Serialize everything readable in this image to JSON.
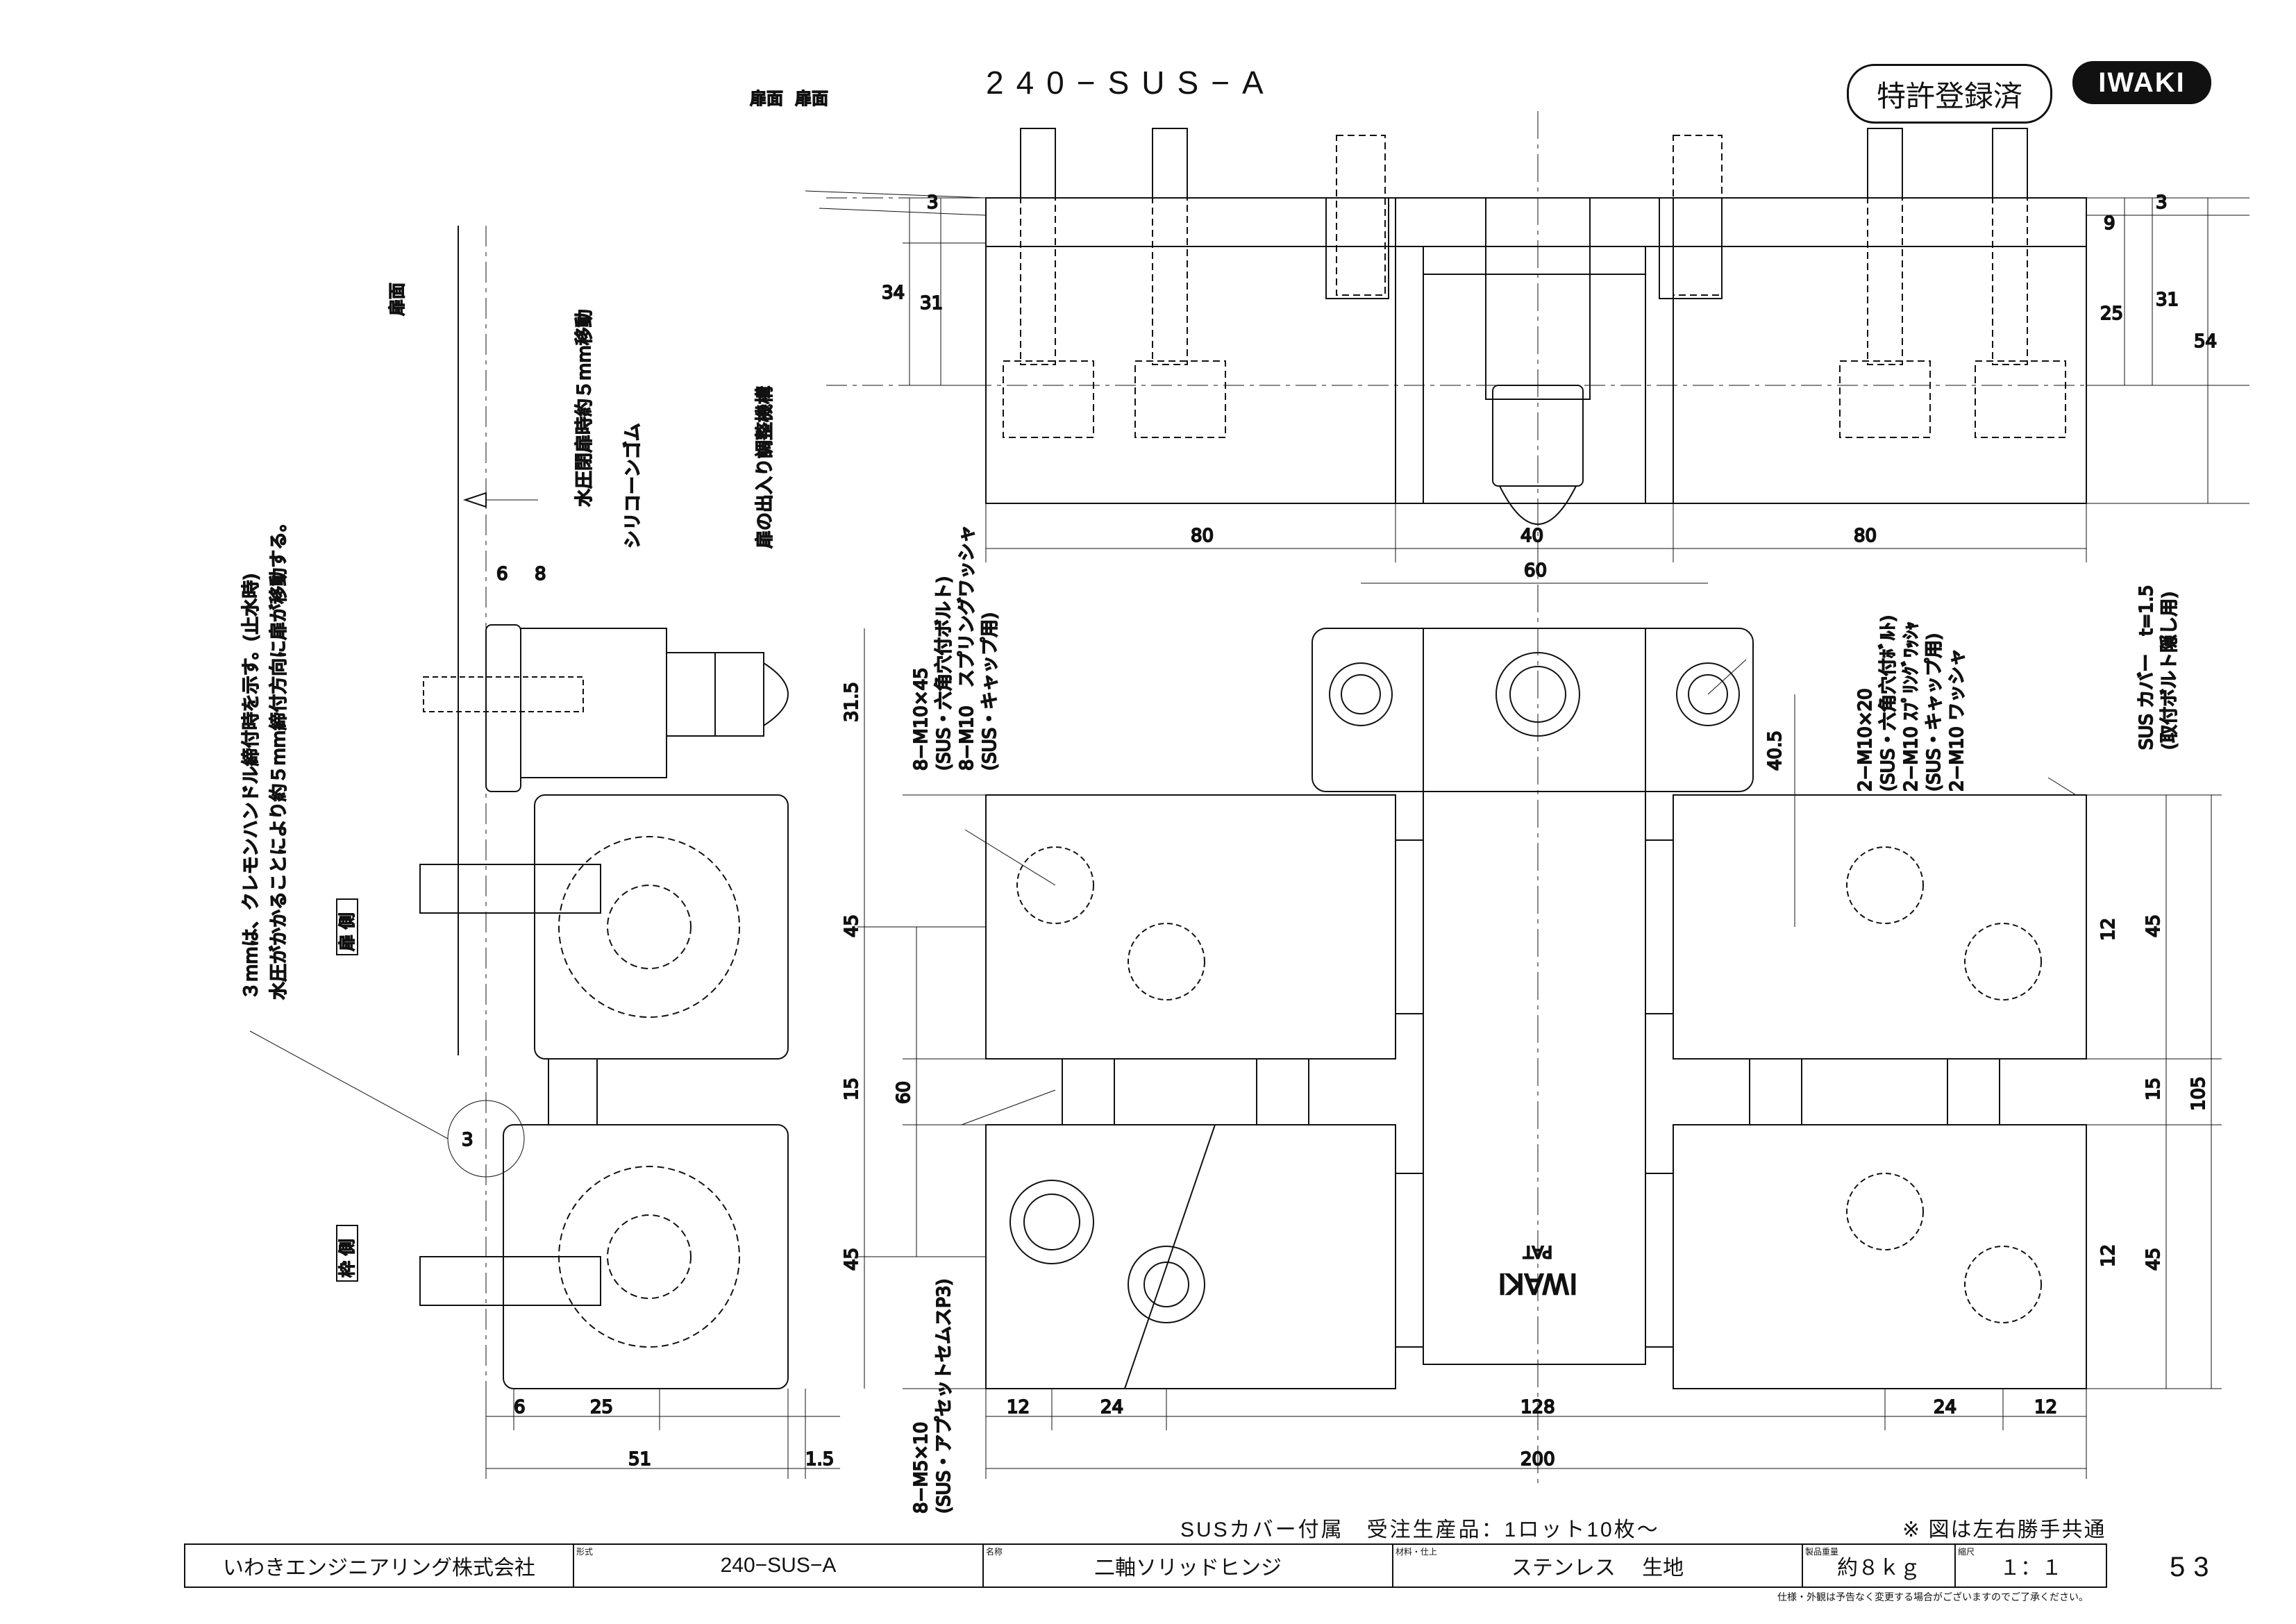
{
  "header": {
    "model_title": "240−SUS−A",
    "patent_badge": "特許登録済",
    "logo": "IWAKI"
  },
  "side_view": {
    "door_face_a": "扉面",
    "door_face_b": "扉面",
    "door_face_c": "扉面",
    "move_note": "水圧閉扉時約５mm移動",
    "silicone": "シリコーンゴム",
    "adjust": "扉の出入り調整機構",
    "note_line1": "３mmは、クレモンハンドル締付時を示す。(止水時)",
    "note_line2": "水圧がかかることにより約５mm締付方向に扉が移動する。",
    "door_side": "扉 側",
    "frame_side": "枠 側",
    "dims": {
      "d6_top": "6",
      "d8": "8",
      "d3": "3",
      "d6_bot": "6",
      "d25": "25",
      "d51": "51",
      "d1_5": "1.5"
    }
  },
  "top_view": {
    "dims": {
      "d3_left": "3",
      "d34": "34",
      "d31_left": "31",
      "d80_left": "80",
      "d40": "40",
      "d80_right": "80",
      "d9": "9",
      "d3_right": "3",
      "d25": "25",
      "d31_right": "31",
      "d54": "54"
    }
  },
  "front_view": {
    "bolt_spec": [
      "8−M10×45",
      "(SUS・六角穴付ボルト)",
      "8−M10　スプリングワッシャ",
      "(SUS・キャップ用)"
    ],
    "set_spec": [
      "8−M5×10",
      "(SUS・アプセットセムスP3)"
    ],
    "right_spec": [
      "2−M10×20",
      "(SUS・六角穴付ﾎﾞﾙﾄ)",
      "2−M10 ｽﾌﾟﾘﾝｸﾞﾜｯｼｬ",
      "(SUS・キャップ用)",
      "2−M10 ワッシャ"
    ],
    "cover_spec": [
      "SUS カバー　t=1.5",
      "(取付ボルト隠し用)"
    ],
    "stamp": "IWAKI",
    "stamp_pat": "PAT",
    "dims": {
      "d60_top": "60",
      "d40_5": "40.5",
      "d31_5": "31.5",
      "d45_a": "45",
      "d15": "15",
      "d60_left": "60",
      "d45_b": "45",
      "d12_a": "12",
      "d45_c": "45",
      "d15_r": "15",
      "d105": "105",
      "d12_b": "12",
      "d45_d": "45",
      "d12_l": "12",
      "d24_l": "24",
      "d128": "128",
      "d24_r": "24",
      "d12_r": "12",
      "d200": "200"
    }
  },
  "notes": {
    "cover": "SUSカバー付属　受注生産品：1ロット10枚〜",
    "symmetry": "※ 図は左右勝手共通"
  },
  "title_block": {
    "company": "いわきエンジニアリング株式会社",
    "model_label": "形式",
    "model": "240−SUS−A",
    "name_label": "名称",
    "name": "二軸ソリッドヒンジ",
    "material_label": "材料・仕上",
    "material": "ステンレス　 生地",
    "weight_label": "製品重量",
    "weight": "約８ｋｇ",
    "scale_label": "縮尺",
    "scale": "１：１"
  },
  "page_number": "53",
  "footer": "仕様・外観は予告なく変更する場合がございますのでご了承ください。"
}
